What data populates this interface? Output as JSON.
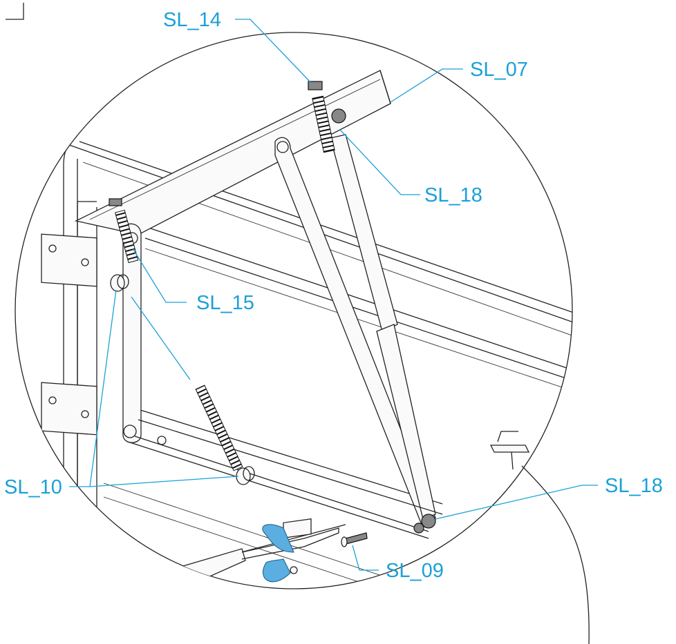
{
  "diagram": {
    "callouts": [
      {
        "id": "sl14",
        "label": "SL_14"
      },
      {
        "id": "sl07",
        "label": "SL_07"
      },
      {
        "id": "sl18a",
        "label": "SL_18"
      },
      {
        "id": "sl15",
        "label": "SL_15"
      },
      {
        "id": "sl10",
        "label": "SL_10"
      },
      {
        "id": "sl18b",
        "label": "SL_18"
      },
      {
        "id": "sl09",
        "label": "SL_09"
      }
    ],
    "colors": {
      "callout": "#1aa0d8",
      "line": "#222222",
      "strap": "#5aaee0"
    }
  }
}
